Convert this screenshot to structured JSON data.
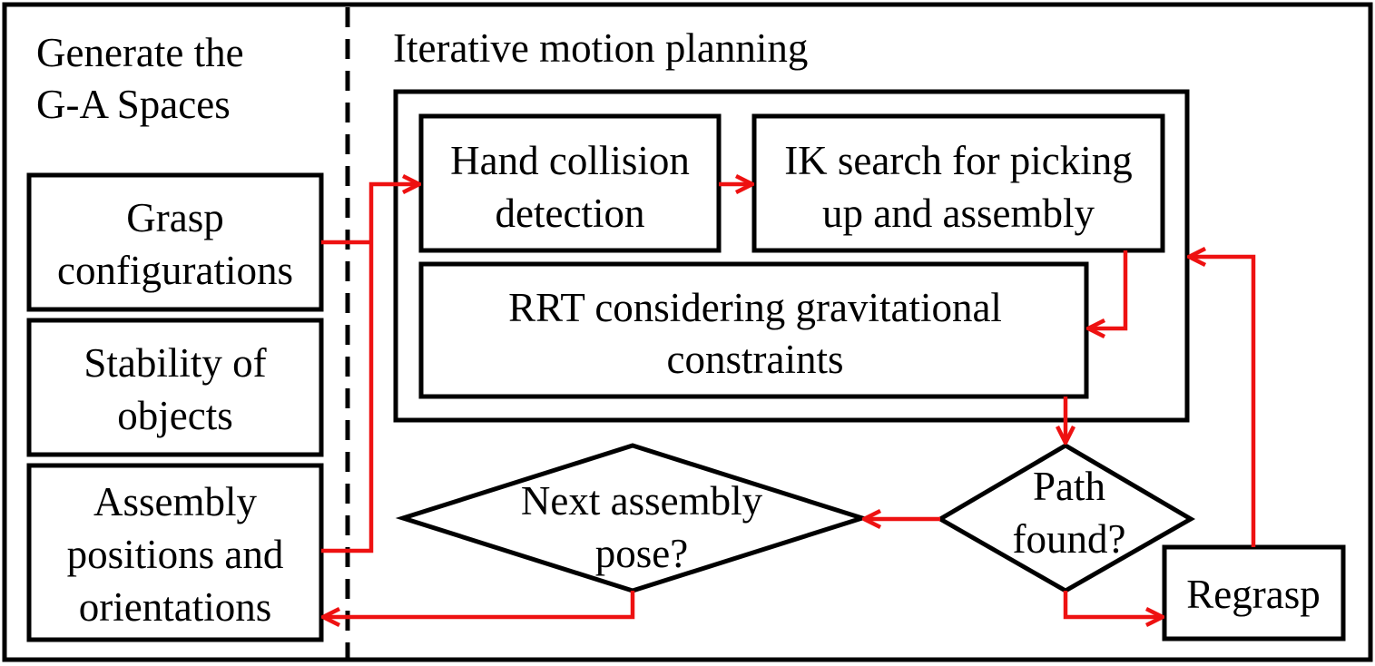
{
  "left_section": {
    "title_line1": "Generate the",
    "title_line2": "G-A Spaces"
  },
  "right_section": {
    "title": "Iterative motion planning"
  },
  "boxes": {
    "grasp": {
      "line1": "Grasp",
      "line2": "configurations"
    },
    "stability": {
      "line1": "Stability of",
      "line2": "objects"
    },
    "assembly": {
      "line1": "Assembly",
      "line2": "positions and",
      "line3": "orientations"
    },
    "hand_collision": {
      "line1": "Hand collision",
      "line2": "detection"
    },
    "ik_search": {
      "line1": "IK search for picking",
      "line2": "up and assembly"
    },
    "rrt": {
      "line1": "RRT considering gravitational",
      "line2": "constraints"
    },
    "regrasp": {
      "line1": "Regrasp"
    }
  },
  "decisions": {
    "next_pose": {
      "line1": "Next assembly",
      "line2": "pose?"
    },
    "path_found": {
      "line1": "Path",
      "line2": "found?"
    }
  },
  "colors": {
    "arrow": "#ee1111",
    "stroke": "#000000",
    "background": "#ffffff"
  }
}
